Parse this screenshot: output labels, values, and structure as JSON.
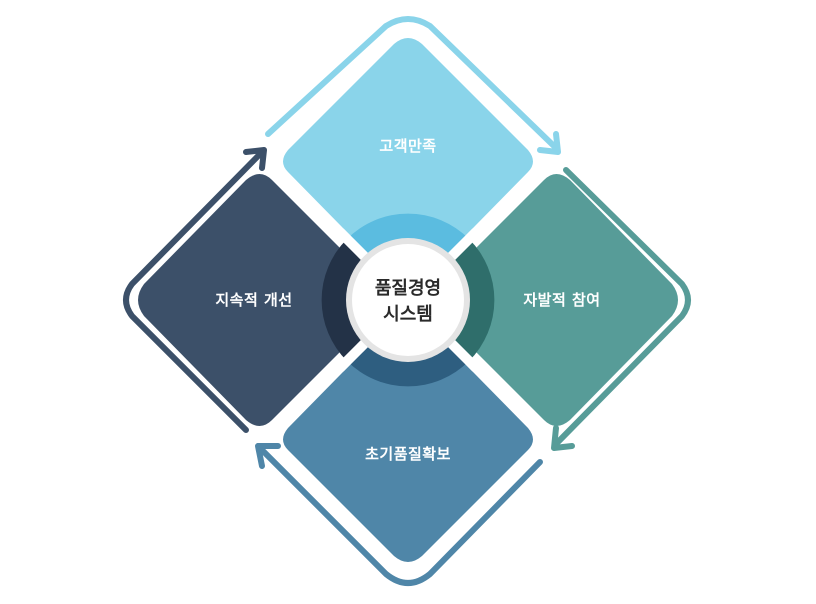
{
  "diagram": {
    "center": {
      "line1": "품질경영",
      "line2": "시스템"
    },
    "quadrants": {
      "top": {
        "label": "고객만족",
        "color": "#8AD4EA"
      },
      "right": {
        "label": "자발적 참여",
        "color": "#579C98"
      },
      "bottom": {
        "label": "초기품질확보",
        "color": "#4F86A8"
      },
      "left": {
        "label": "지속적 개선",
        "color": "#3C5069"
      }
    },
    "colors": {
      "arrow_top_right": "#8AD4EA",
      "arrow_right_bottom": "#579C98",
      "arrow_bottom_left": "#4F86A8",
      "arrow_left_top": "#3C5069"
    }
  }
}
